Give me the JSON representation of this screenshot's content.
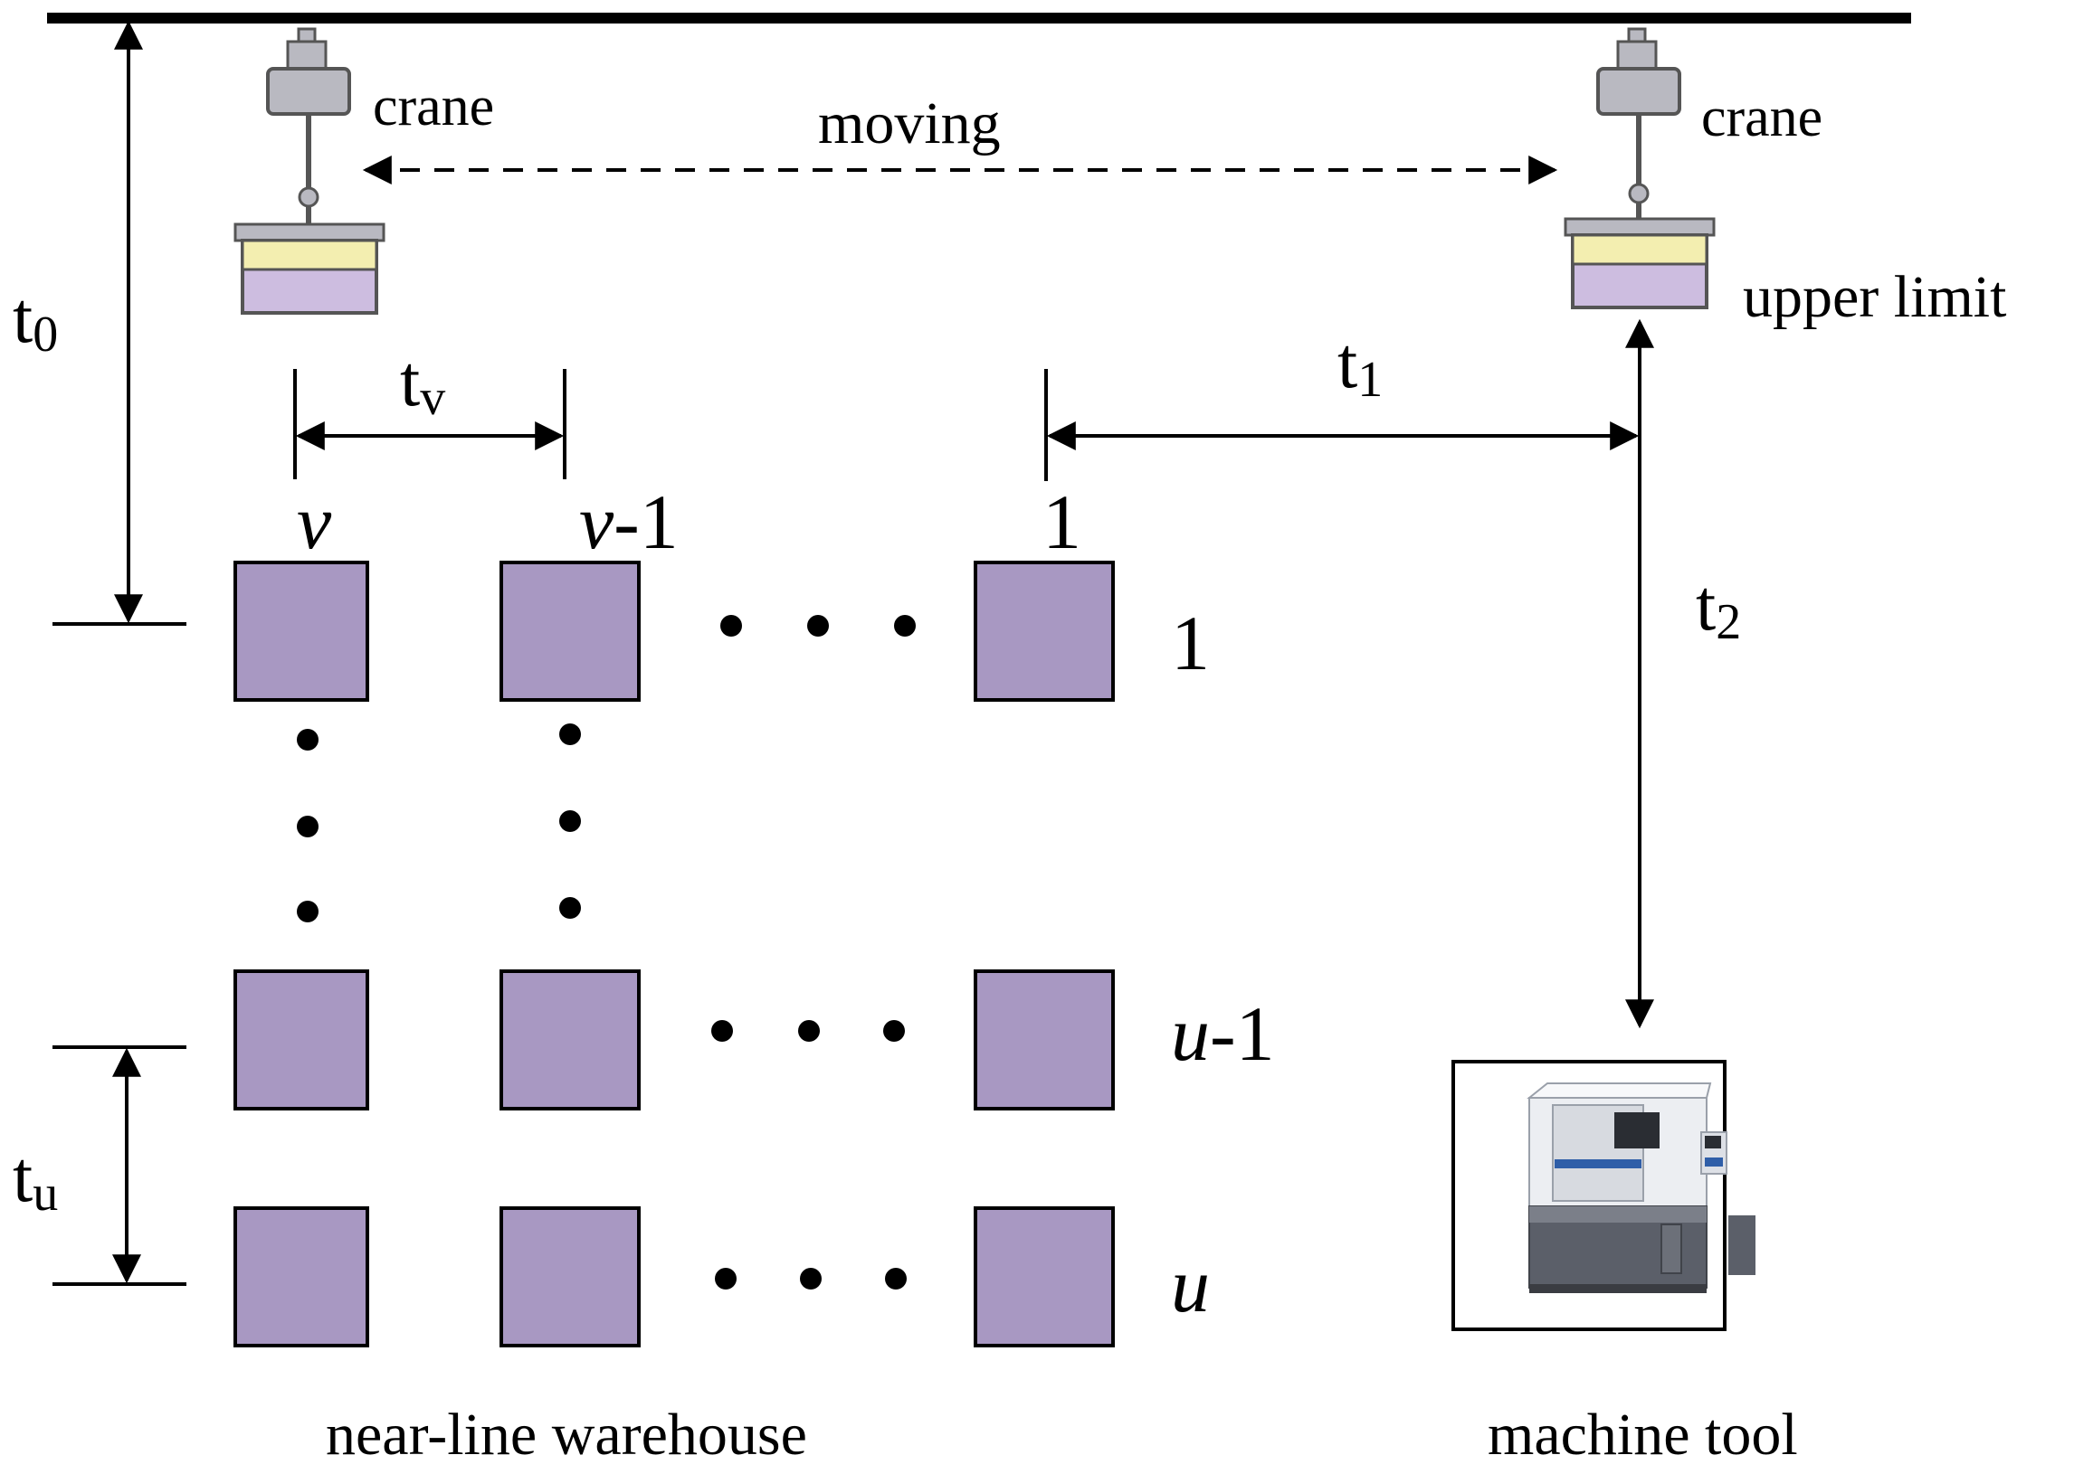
{
  "labels": {
    "crane_left": "crane",
    "crane_right": "crane",
    "moving": "moving",
    "upper_limit": "upper limit",
    "t0_main": "t",
    "t0_sub": "0",
    "tv_main": "t",
    "tv_sub": "v",
    "t1_main": "t",
    "t1_sub": "1",
    "t2_main": "t",
    "t2_sub": "2",
    "tu_main": "t",
    "tu_sub": "u",
    "col_v": "v",
    "col_v1_italic": "v",
    "col_v1_rest": "-1",
    "col_1": "1",
    "row_1": "1",
    "row_u1_italic": "u",
    "row_u1_rest": "-1",
    "row_u": "u",
    "warehouse": "near-line warehouse",
    "machine": "machine tool"
  },
  "colors": {
    "storage_box": "#a898c2",
    "tray_yellow": "#f3eeb0",
    "tray_purple": "#cdbde0",
    "crane_gray": "#b9b9c1"
  }
}
